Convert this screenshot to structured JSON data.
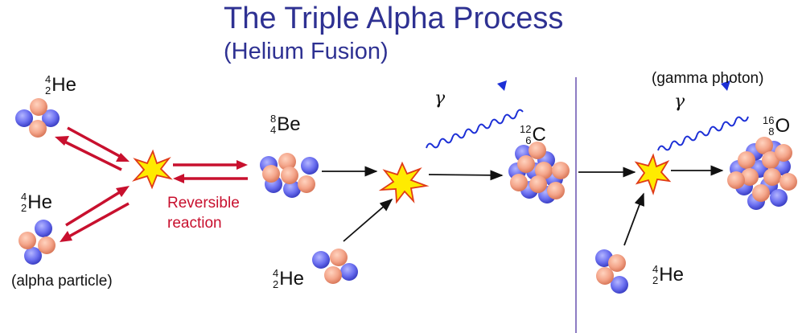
{
  "title": "The Triple Alpha Process",
  "subtitle": "(Helium Fusion)",
  "isotopes": {
    "he_top": {
      "mass": "4",
      "atomic": "2",
      "symbol": "He"
    },
    "he_mid": {
      "mass": "4",
      "atomic": "2",
      "symbol": "He"
    },
    "be": {
      "mass": "8",
      "atomic": "4",
      "symbol": "Be"
    },
    "he_bottom": {
      "mass": "4",
      "atomic": "2",
      "symbol": "He"
    },
    "carbon": {
      "mass": "12",
      "atomic": "6",
      "symbol": "C"
    },
    "he_right": {
      "mass": "4",
      "atomic": "2",
      "symbol": "He"
    },
    "oxygen": {
      "mass": "16",
      "atomic": "8",
      "symbol": "O"
    }
  },
  "labels": {
    "alpha_particle": "(alpha particle)",
    "gamma_photon": "(gamma photon)",
    "reversible_line1": "Reversible",
    "reversible_line2": "reaction",
    "gamma_symbol": "γ"
  },
  "colors": {
    "title": "#2e3192",
    "proton": "#f4a58a",
    "neutron": "#6b6ff0",
    "reversible_arrow": "#c8102e",
    "divider": "#8e7cc3",
    "wave": "#1c2fd6",
    "flash": "#ffeb00"
  }
}
